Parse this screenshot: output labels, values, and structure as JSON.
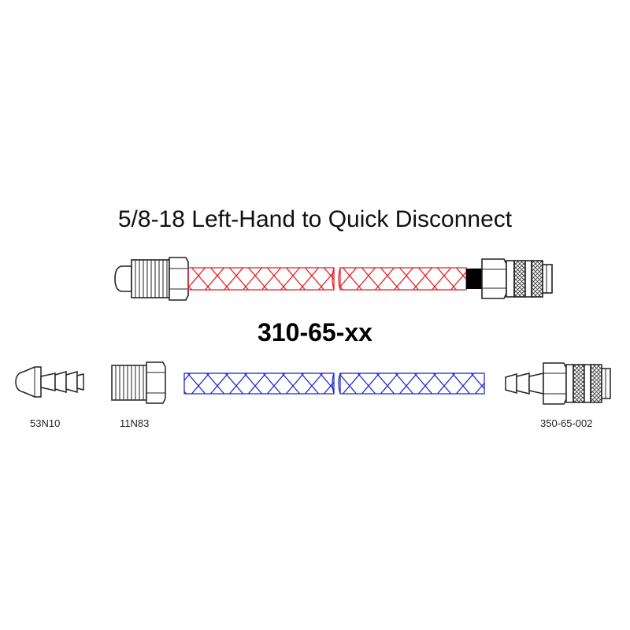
{
  "title": "5/8-18 Left-Hand to Quick Disconnect",
  "part_number": "310-65-xx",
  "components": [
    {
      "label": "53N10",
      "icon": "hose-barb-nipple-icon"
    },
    {
      "label": "11N83",
      "icon": "threaded-nut-fitting-icon"
    },
    {
      "label": "350-65-002",
      "icon": "quick-disconnect-coupler-icon"
    }
  ],
  "colors": {
    "assembled_hose": "#e8222a",
    "component_hose": "#2a2ad0",
    "outline": "#222222",
    "sleeve": "#000000"
  }
}
